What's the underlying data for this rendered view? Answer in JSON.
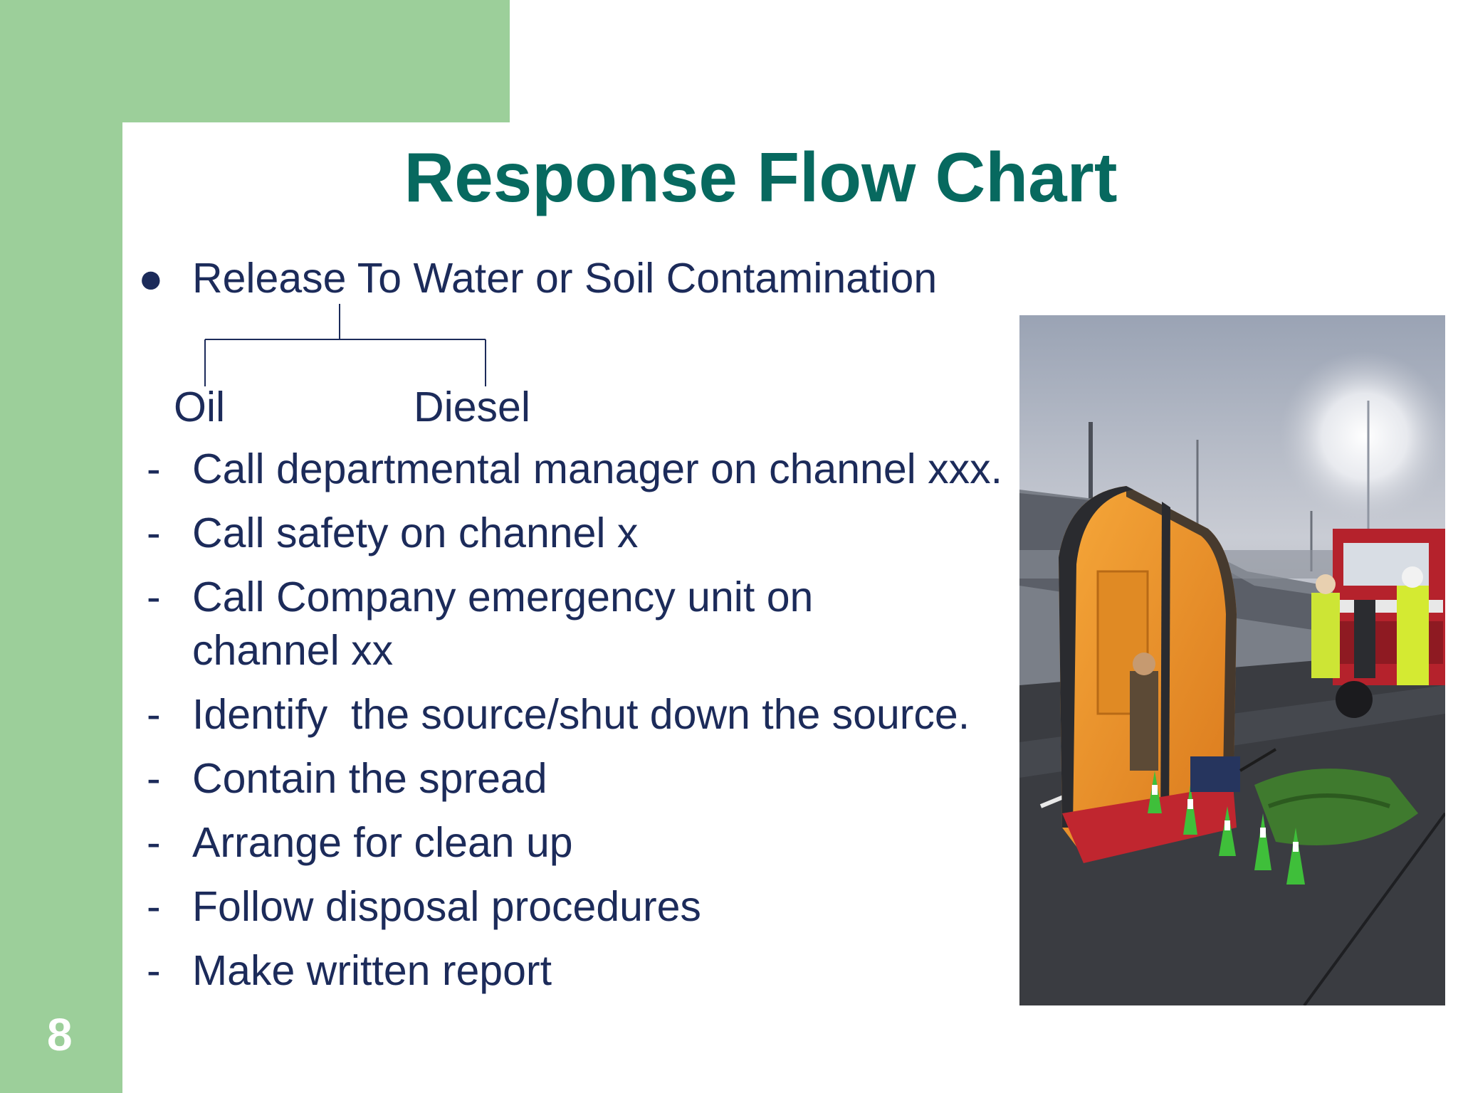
{
  "slide": {
    "title": "Response Flow Chart",
    "number": "8",
    "colors": {
      "accent_green": "#9ccf9a",
      "title_teal": "#07695f",
      "text_navy": "#1c2b5a"
    }
  },
  "bullet": {
    "symbol": "●",
    "text": "Release To Water or Soil Contamination"
  },
  "branches": {
    "left": "Oil",
    "right": "Diesel"
  },
  "actions": {
    "dash": "-",
    "items": [
      "Call departmental manager on channel xxx.",
      "Call safety on channel x",
      "Call Company emergency unit on channel xx",
      "Identify  the source/shut down the source.",
      "Contain the spread",
      "Arrange for clean up",
      "Follow disposal procedures",
      "Make written report"
    ]
  },
  "photo": {
    "icon": "emergency-decontamination-tent-photo"
  }
}
